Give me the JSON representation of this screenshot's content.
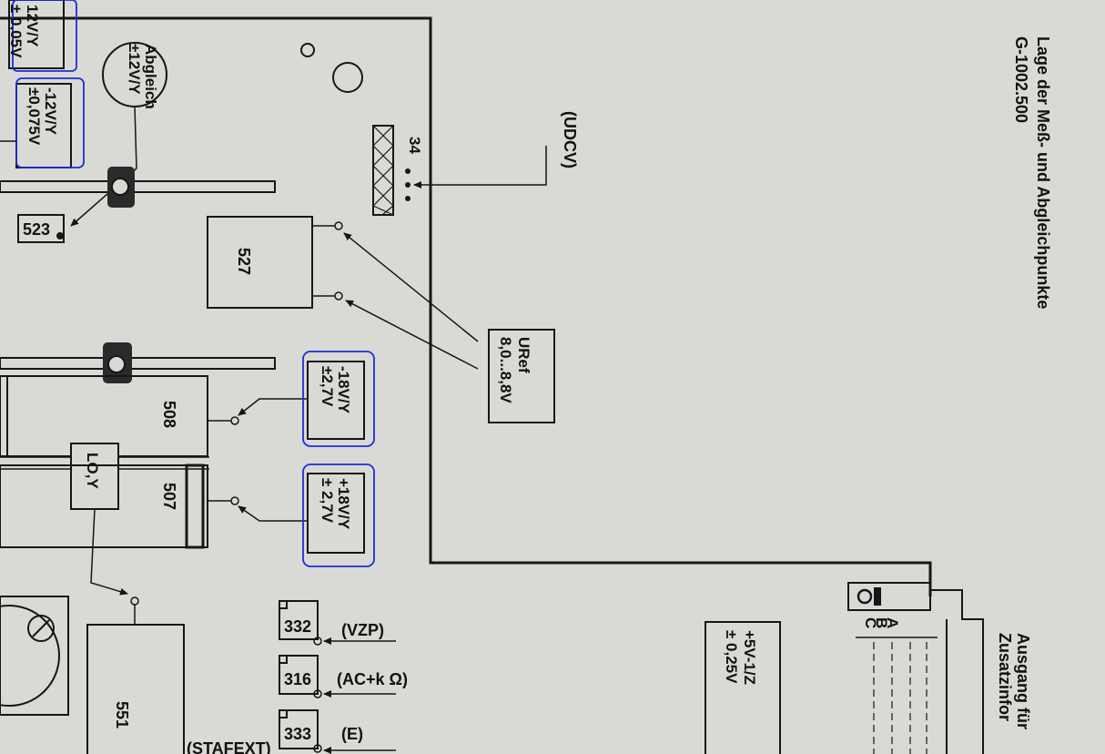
{
  "page": {
    "title_line1": "Lage der Meß- und Abgleichpunkte",
    "title_line2": "G-1002.500"
  },
  "adjust": {
    "abgleich_line1": "Abgleich",
    "abgleich_line2": "±12V/Y",
    "plus12_line1": "12V/Y",
    "plus12_line2": "± 0,05V",
    "minus12_line1": "-12V/Y",
    "minus12_line2": "±0,075V",
    "minus18_line1": "-18V/Y",
    "minus18_line2": "±2,7V",
    "plus18_line1": "+18V/Y",
    "plus18_line2": "± 2,7V"
  },
  "modules": {
    "m523": "523",
    "m527": "527",
    "m508": "508",
    "m507": "507",
    "m551": "551",
    "m332": "332",
    "m316": "316",
    "m333": "333",
    "lo_y": "LO,Y"
  },
  "connector": {
    "pin": "34",
    "udcv": "(UDCV)"
  },
  "uref": {
    "line1": "URef",
    "line2": "8,0...8,8V"
  },
  "signals": {
    "vzp": "(VZP)",
    "ac_k": "(AC+k Ω)",
    "e": "(E)",
    "stafext": "(STAFEXT)"
  },
  "output": {
    "line1": "Ausgang für",
    "line2": "Zusatzinfor",
    "pins": [
      "A",
      "B",
      "C"
    ]
  },
  "supply5": {
    "line1": "+5V-1/Z",
    "line2": "± 0,25V"
  },
  "colors": {
    "paper": "#d9d9d6",
    "ink": "#161616",
    "annotation": "#1a2fd6"
  }
}
